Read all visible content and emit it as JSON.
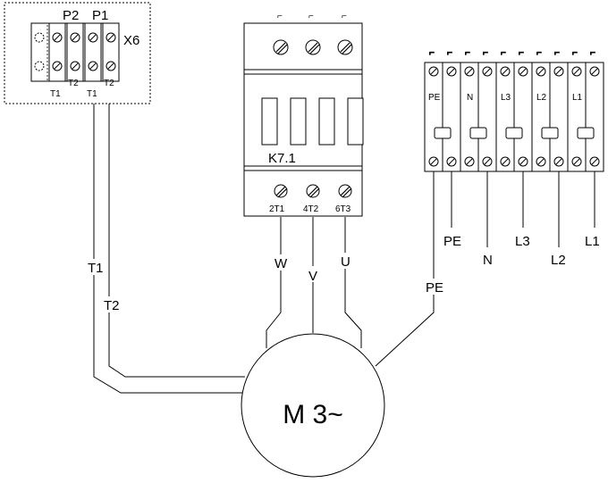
{
  "terminal_x6": {
    "title": "X6",
    "top_labels": [
      "P2",
      "P1"
    ],
    "bottom_labels": [
      "T1",
      "T2",
      "T1",
      "T2"
    ]
  },
  "contactor": {
    "name": "K7.1",
    "terminals": [
      "2T1",
      "4T2",
      "6T3"
    ]
  },
  "terminal_block": {
    "labels": [
      "PE",
      "N",
      "L3",
      "L2",
      "L1"
    ]
  },
  "wires": {
    "motor_phases": [
      "W",
      "V",
      "U"
    ],
    "thermal": [
      "T1",
      "T2"
    ],
    "protective_earth": "PE",
    "supply": [
      "PE",
      "N",
      "L3",
      "L2",
      "L1"
    ]
  },
  "motor": {
    "label": "M 3~"
  }
}
